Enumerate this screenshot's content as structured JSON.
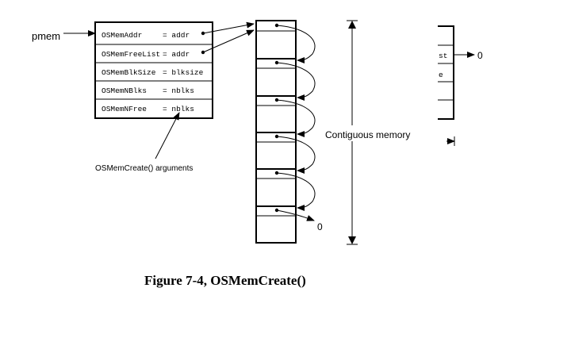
{
  "pmem_label": "pmem",
  "control_block": {
    "fields": [
      {
        "name": "OSMemAddr",
        "sep": "= addr"
      },
      {
        "name": "OSMemFreeList",
        "sep": "= addr"
      },
      {
        "name": "OSMemBlkSize",
        "sep": "= blksize"
      },
      {
        "name": "OSMemNBlks",
        "sep": "= nblks"
      },
      {
        "name": "OSMemNFree",
        "sep": "= nblks"
      }
    ]
  },
  "arguments_label": "OSMemCreate() arguments",
  "memory_label": "Contiguous memory",
  "null_label": "0",
  "partial_table": {
    "rows": [
      "st",
      "e"
    ],
    "null_label": "0"
  },
  "caption": "Figure 7-4, OSMemCreate()"
}
